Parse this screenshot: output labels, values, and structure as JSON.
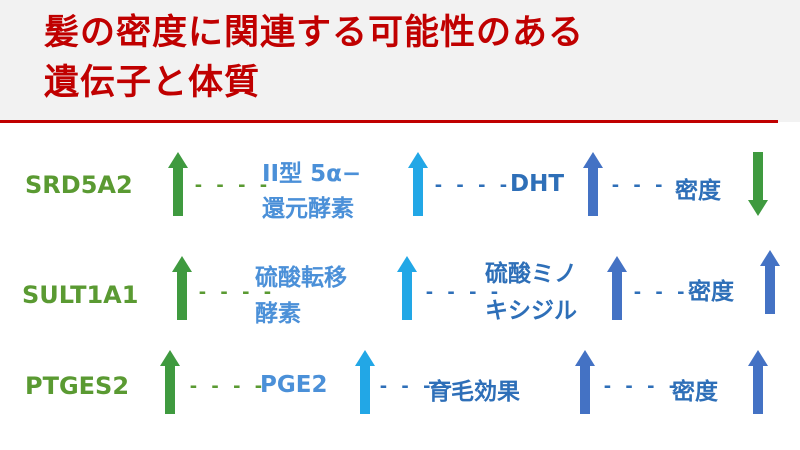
{
  "title": {
    "line1": "髪の密度に関連する可能性のある",
    "line2": "遺伝子と体質"
  },
  "rows": [
    {
      "gene": "SRD5A2",
      "mediator": [
        "II型 5α−",
        "還元酵素"
      ],
      "product": [
        "DHT"
      ],
      "outcome": "密度",
      "outcome_direction": "down"
    },
    {
      "gene": "SULT1A1",
      "mediator": [
        "硫酸転移",
        "酵素"
      ],
      "product": [
        "硫酸ミノ",
        "キシジル"
      ],
      "outcome": "密度",
      "outcome_direction": "up"
    },
    {
      "gene": "PTGES2",
      "mediator": [
        "PGE2"
      ],
      "product": [
        "育毛効果"
      ],
      "outcome": "密度",
      "outcome_direction": "up"
    }
  ],
  "connector": "- - - -",
  "icons": {
    "gene_arrow": "up-arrow-icon",
    "mediator_arrow": "up-arrow-icon",
    "product_arrow": "up-arrow-icon",
    "outcome_arrow": "up-down-arrow-icon"
  },
  "colors": {
    "title": "#c00000",
    "gene": "#5a9a32",
    "mediator": "#4b90d8",
    "product": "#2e6fb8",
    "arrow_green": "#3f9a3f",
    "arrow_cyan": "#22a7e6",
    "arrow_blue": "#4472c4",
    "title_background": "#f2f2f2"
  }
}
